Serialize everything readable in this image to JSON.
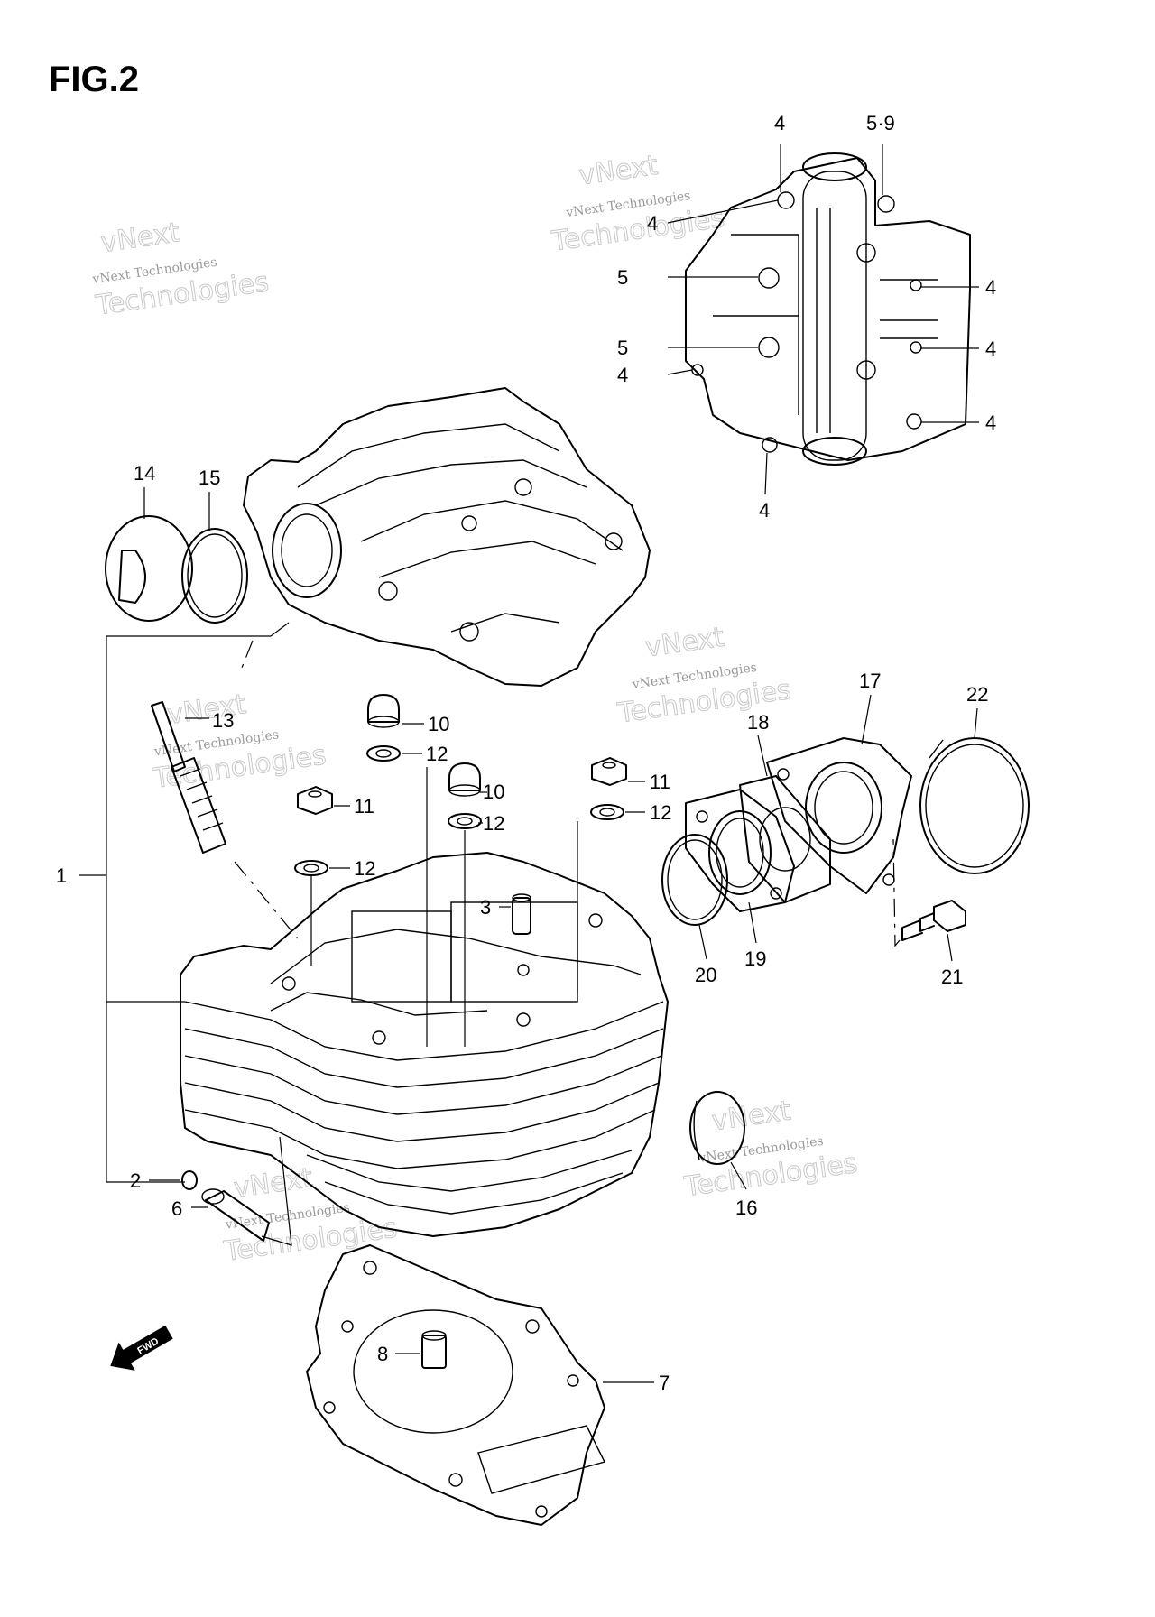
{
  "figure": {
    "title": "FIG.2"
  },
  "watermark": {
    "line1": "vNext",
    "line2": "vNext Technologies",
    "line3": "Technologies"
  },
  "fwd_arrow": {
    "label": "FWD"
  },
  "callouts": [
    {
      "id": "c1",
      "text": "1"
    },
    {
      "id": "c2",
      "text": "2"
    },
    {
      "id": "c3",
      "text": "3"
    },
    {
      "id": "c4a",
      "text": "4"
    },
    {
      "id": "c4b",
      "text": "4"
    },
    {
      "id": "c4c",
      "text": "4"
    },
    {
      "id": "c4d",
      "text": "4"
    },
    {
      "id": "c4e",
      "text": "4"
    },
    {
      "id": "c4f",
      "text": "4"
    },
    {
      "id": "c4g",
      "text": "4"
    },
    {
      "id": "c59",
      "text": "5·9"
    },
    {
      "id": "c5a",
      "text": "5"
    },
    {
      "id": "c5b",
      "text": "5"
    },
    {
      "id": "c6",
      "text": "6"
    },
    {
      "id": "c7",
      "text": "7"
    },
    {
      "id": "c8",
      "text": "8"
    },
    {
      "id": "c10a",
      "text": "10"
    },
    {
      "id": "c10b",
      "text": "10"
    },
    {
      "id": "c11a",
      "text": "11"
    },
    {
      "id": "c11b",
      "text": "11"
    },
    {
      "id": "c12a",
      "text": "12"
    },
    {
      "id": "c12b",
      "text": "12"
    },
    {
      "id": "c12c",
      "text": "12"
    },
    {
      "id": "c12d",
      "text": "12"
    },
    {
      "id": "c13",
      "text": "13"
    },
    {
      "id": "c14",
      "text": "14"
    },
    {
      "id": "c15",
      "text": "15"
    },
    {
      "id": "c16",
      "text": "16"
    },
    {
      "id": "c17",
      "text": "17"
    },
    {
      "id": "c18",
      "text": "18"
    },
    {
      "id": "c19",
      "text": "19"
    },
    {
      "id": "c20",
      "text": "20"
    },
    {
      "id": "c21",
      "text": "21"
    },
    {
      "id": "c22",
      "text": "22"
    }
  ]
}
